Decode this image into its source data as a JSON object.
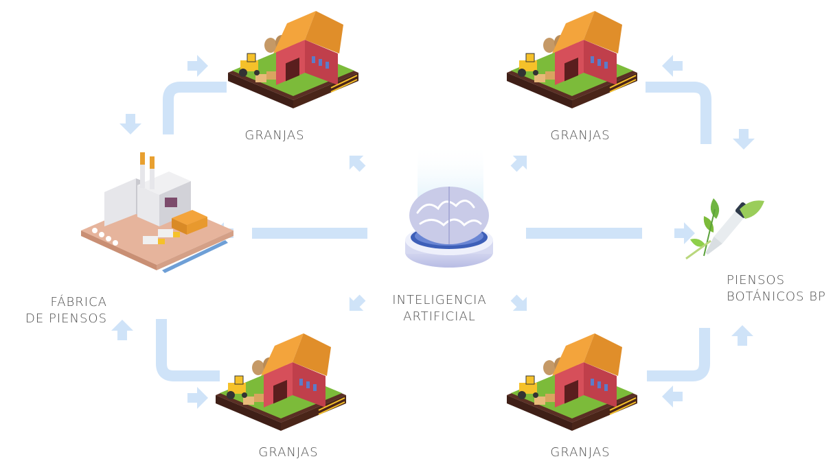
{
  "colors": {
    "flow": "#cfe3f8",
    "label": "#4a4a4a",
    "barn_wall": "#d64f5a",
    "barn_roof": "#f3a43c",
    "grass": "#7cbb3a",
    "soil": "#5a2f24",
    "factory_wall": "#e6e6ea",
    "factory_floor": "#e6b49c",
    "brain": "#c9cbe8",
    "leaf": "#6fb542"
  },
  "labels": {
    "farm_top_left": "GRANJAS",
    "farm_top_right": "GRANJAS",
    "farm_bottom_left": "GRANJAS",
    "farm_bottom_right": "GRANJAS",
    "factory_line1": "FÁBRICA",
    "factory_line2": "DE PIENSOS",
    "ai_line1": "INTELIGENCIA",
    "ai_line2": "ARTIFICIAL",
    "bp_line1": "PIENSOS",
    "bp_line2": "BOTÁNICOS BP"
  },
  "icons": [
    "barn-farm-icon",
    "feed-factory-icon",
    "ai-brain-icon",
    "botanical-dropper-icon",
    "arrow-icon"
  ]
}
